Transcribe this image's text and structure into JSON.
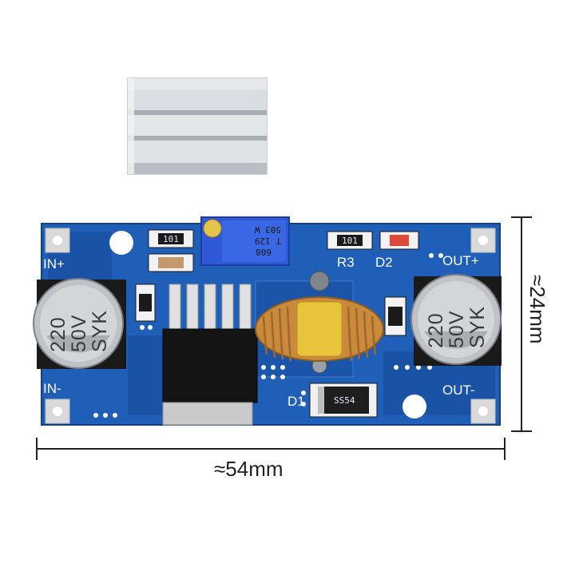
{
  "dimensions": {
    "width": "≈54mm",
    "height": "≈24mm"
  },
  "silkscreen": {
    "in_plus": "IN+",
    "in_minus": "IN-",
    "out_plus": "OUT+",
    "out_minus": "OUT-",
    "r3": "R3",
    "d2": "D2",
    "d1": "D1"
  },
  "components": {
    "cap_left": [
      "220",
      "50V",
      "SYK"
    ],
    "cap_right": [
      "220",
      "50V",
      "SYK"
    ],
    "diode_marking": "SS54",
    "pot_marking": [
      "503 W",
      "T 129",
      "608"
    ],
    "smd_left_top": "101",
    "smd_r3": "101"
  },
  "colors": {
    "pcb": "#1f5fb8",
    "pcb_dark": "#17489a",
    "heatsink": "#d9dce0",
    "coil_copper": "#c98a3c",
    "coil_core": "#e7c43a"
  }
}
